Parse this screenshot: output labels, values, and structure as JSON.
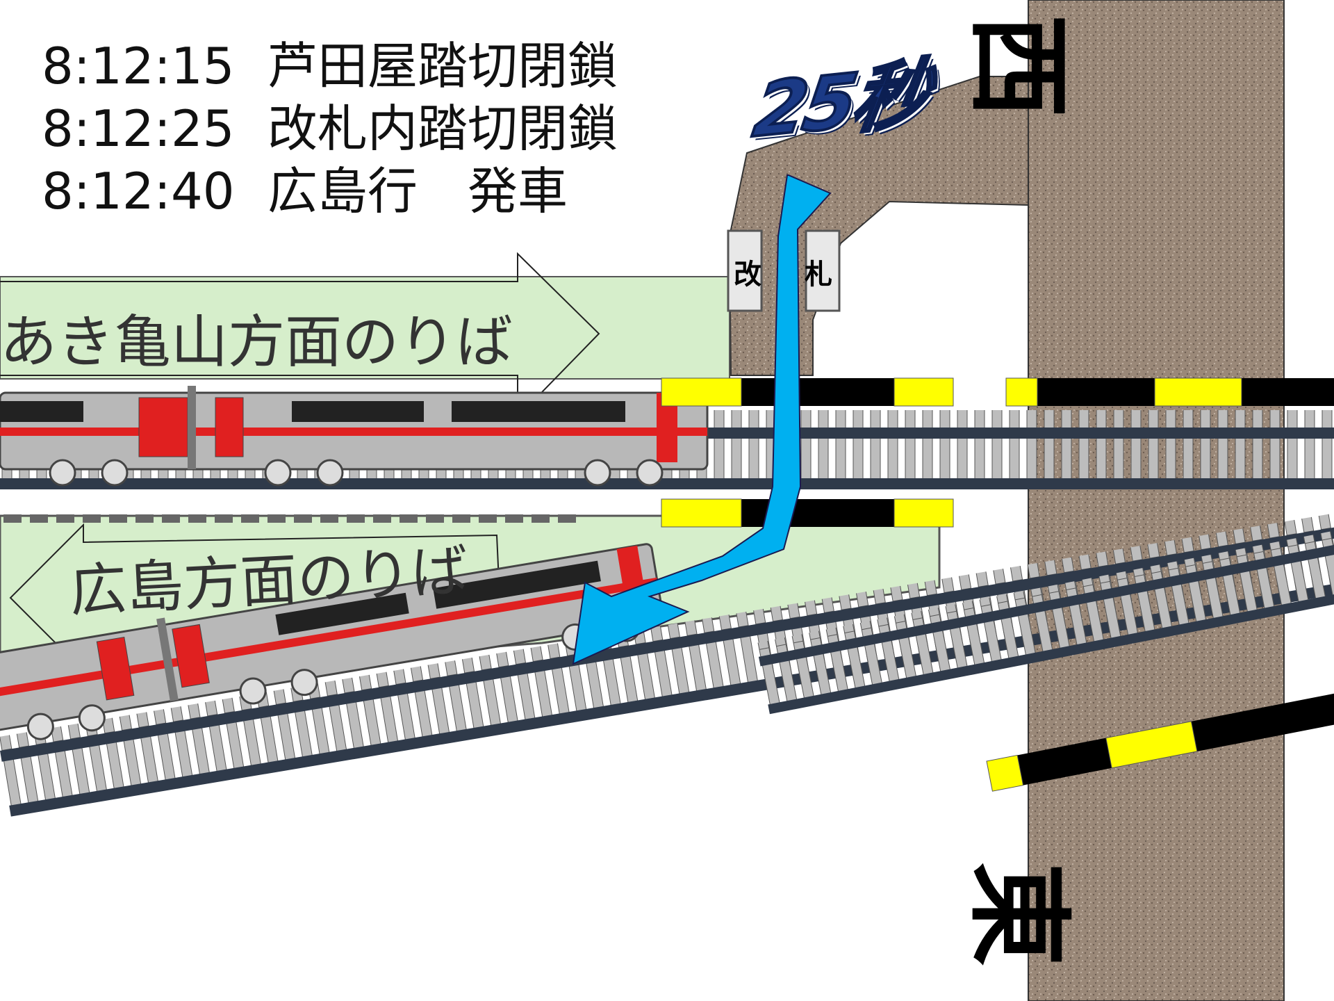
{
  "schedule": [
    {
      "time": "8:12:15",
      "event": "芦田屋踏切閉鎖"
    },
    {
      "time": "8:12:25",
      "event": "改札内踏切閉鎖"
    },
    {
      "time": "8:12:40",
      "event": "広島行　発車"
    }
  ],
  "platforms": {
    "upper": "あき亀山方面のりば",
    "lower": "広島方面のりば"
  },
  "gate": {
    "left": "改",
    "right": "札"
  },
  "directions": {
    "west": "西",
    "east": "東"
  },
  "walk_time": "25秒",
  "colors": {
    "platform": "#d6eecb",
    "road": "#9c8a7a",
    "walk_arrow": "#00b0f0",
    "train_body": "#b8b8b8",
    "train_stripe": "#e02020",
    "barrier_yellow": "#ffff00",
    "barrier_black": "#000000",
    "rail": "#2f3a4a"
  }
}
